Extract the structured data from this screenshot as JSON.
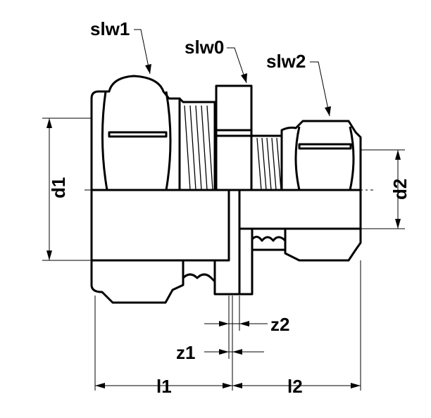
{
  "diagram": {
    "title": "Compression fitting dimension drawing",
    "labels": {
      "slw1": "slw1",
      "slw0": "slw0",
      "slw2": "slw2",
      "d1": "d1",
      "d2": "d2",
      "z1": "z1",
      "z2": "z2",
      "l1": "l1",
      "l2": "l2"
    },
    "colors": {
      "line": "#000000",
      "background": "#ffffff"
    }
  }
}
